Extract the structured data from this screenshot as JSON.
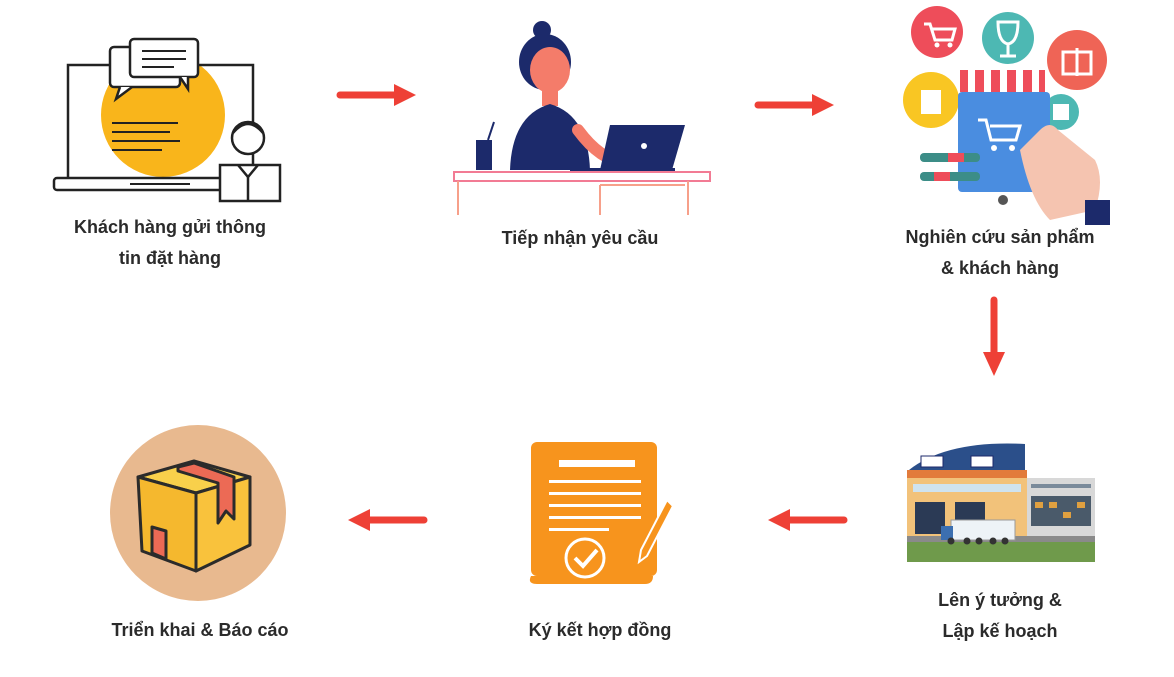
{
  "steps": [
    {
      "id": 1,
      "label_line1": "Khách hàng gửi thông",
      "label_line2": "tin đặt hàng",
      "icon": "laptop-chat-person-icon"
    },
    {
      "id": 2,
      "label_line1": "Tiếp nhận yêu cầu",
      "label_line2": "",
      "icon": "woman-at-laptop-icon"
    },
    {
      "id": 3,
      "label_line1": "Nghiên cứu sản phẩm",
      "label_line2": "& khách hàng",
      "icon": "ecommerce-shop-icon"
    },
    {
      "id": 4,
      "label_line1": "Lên ý tưởng &",
      "label_line2": "Lập kế hoạch",
      "icon": "warehouse-truck-icon"
    },
    {
      "id": 5,
      "label_line1": "Ký kết hợp đồng",
      "label_line2": "",
      "icon": "contract-document-icon"
    },
    {
      "id": 6,
      "label_line1": "Triển khai & Báo cáo",
      "label_line2": "",
      "icon": "package-box-icon"
    }
  ],
  "colors": {
    "arrow": "#ee4036",
    "text": "#2b2b2b",
    "yellow": "#f9b51b",
    "navy": "#1c2a6b",
    "orange": "#f7941d",
    "tan": "#e8b98f"
  }
}
